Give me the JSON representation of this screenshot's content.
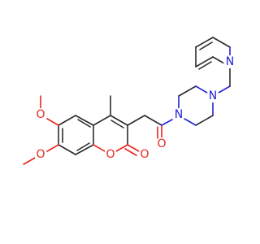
{
  "atom_labels": {
    "o_methoxy_6": "O",
    "o_methoxy_7": "O",
    "o_ring": "O",
    "o_lactone_carbonyl": "O",
    "o_amide_carbonyl": "O",
    "n_piperazine_amide": "N",
    "n_piperazine_ethyl": "N",
    "n_pyridine": "N"
  },
  "colors": {
    "bond": "#2b2b2b",
    "oxygen": "#e8271f",
    "nitrogen": "#2323d6",
    "background": "#ffffff"
  }
}
